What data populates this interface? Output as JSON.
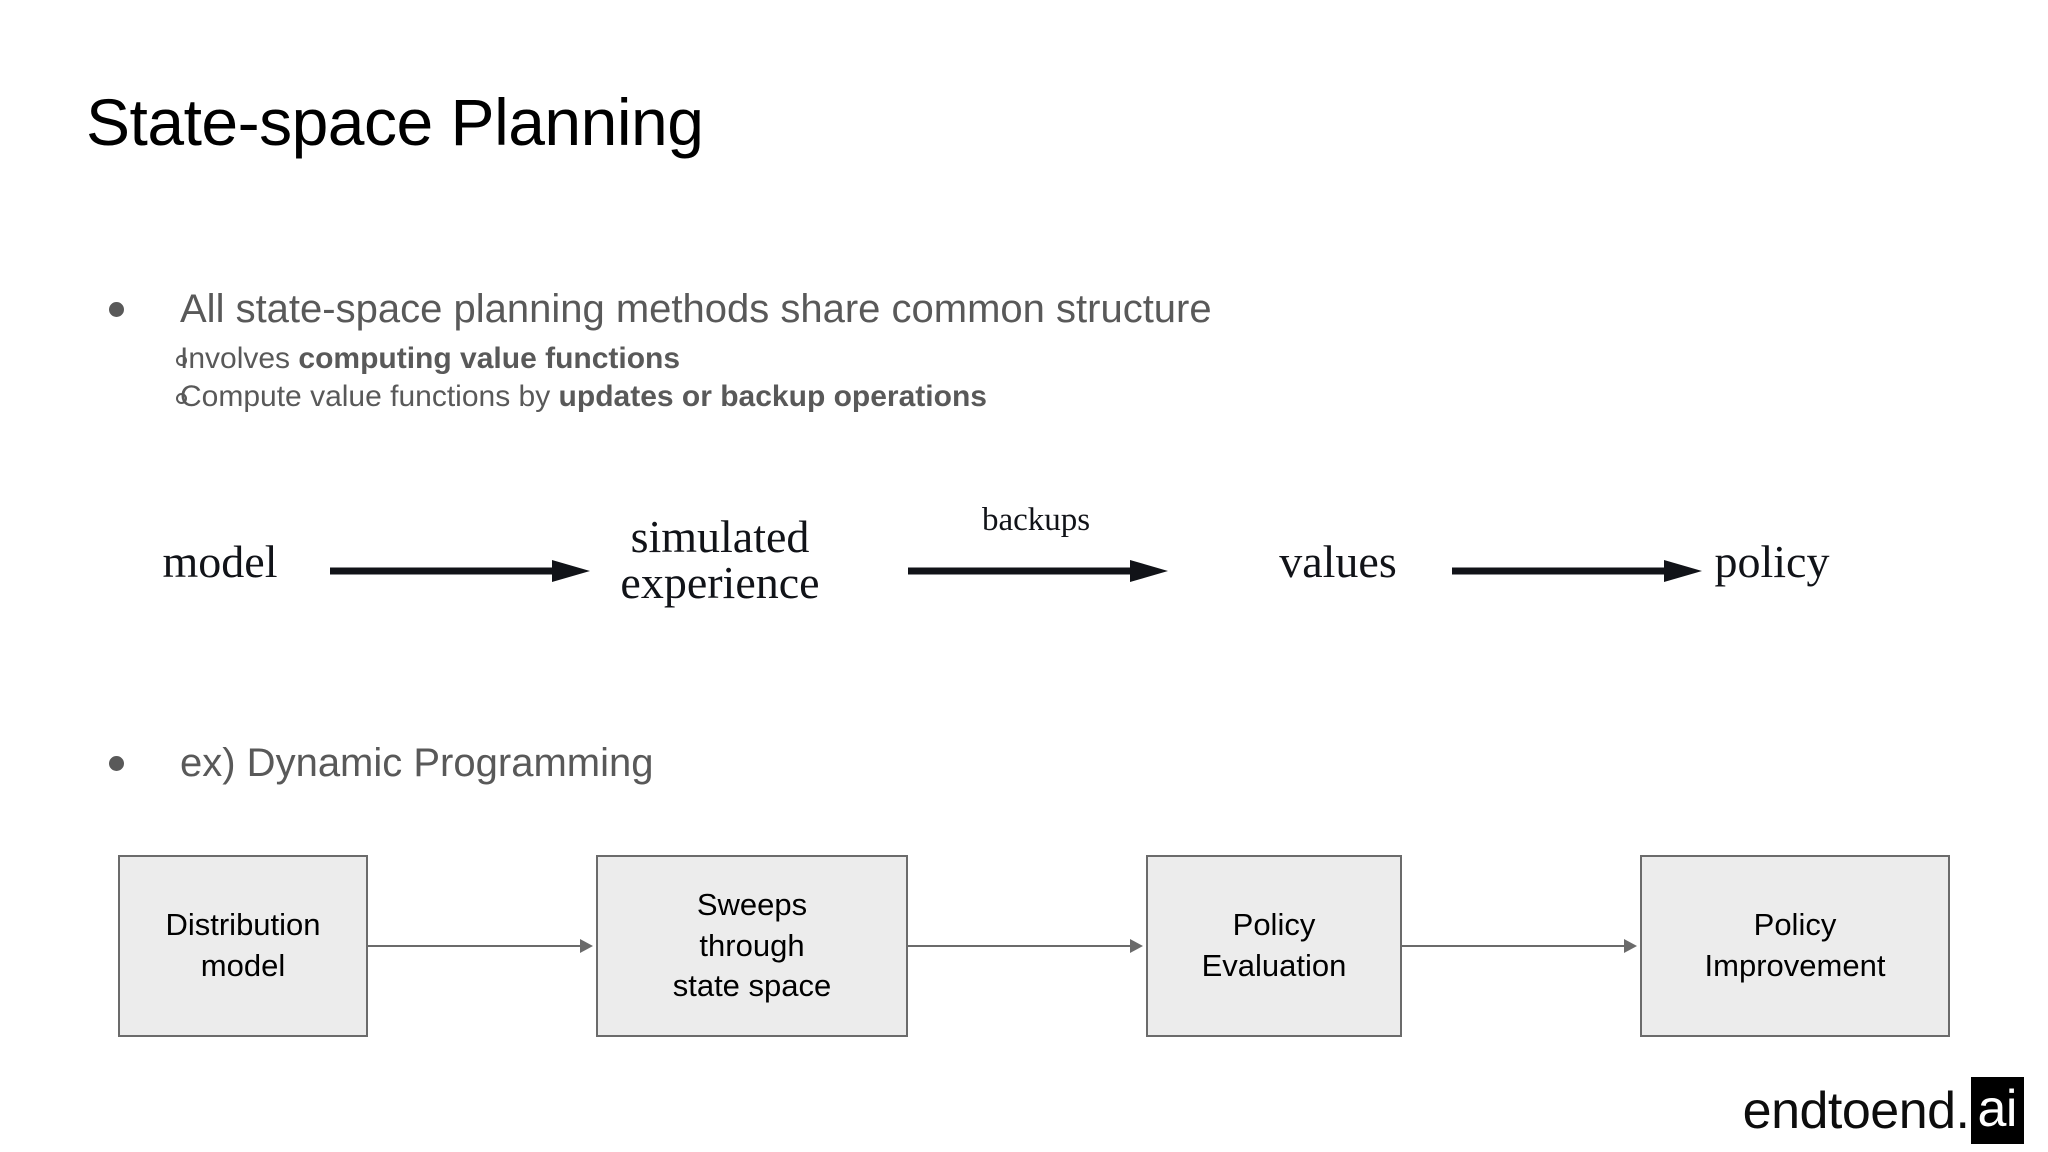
{
  "slide": {
    "title": "State-space Planning",
    "background_color": "#FFFFFF",
    "text_color_body": "#595959",
    "text_color_title": "#000000"
  },
  "bullets_top": [
    {
      "level": 1,
      "marker": "disc",
      "text": "All state-space planning methods share common structure"
    },
    {
      "level": 2,
      "marker": "circle",
      "text_plain": "Involves ",
      "text_bold": "computing value functions"
    },
    {
      "level": 2,
      "marker": "circle",
      "text_plain": "Compute value functions by ",
      "text_bold": "updates or backup operations"
    }
  ],
  "bullets_bottom": [
    {
      "level": 1,
      "marker": "disc",
      "text": "ex) Dynamic Programming"
    }
  ],
  "serif_diagram": {
    "nodes": [
      {
        "id": "model",
        "label": "model"
      },
      {
        "id": "simulated-experience",
        "label_line1": "simulated",
        "label_line2": "experience"
      },
      {
        "id": "values",
        "label": "values"
      },
      {
        "id": "policy",
        "label": "policy"
      }
    ],
    "arrows": [
      {
        "from": "model",
        "to": "simulated-experience",
        "label": ""
      },
      {
        "from": "simulated-experience",
        "to": "values",
        "label": "backups"
      },
      {
        "from": "values",
        "to": "policy",
        "label": ""
      }
    ],
    "arrow_color": "#111318"
  },
  "flowchart": {
    "box_fill": "#ECECEC",
    "box_border": "#6B6B6B",
    "connector_color": "#6B6B6B",
    "boxes": [
      {
        "id": "distribution-model",
        "line1": "Distribution",
        "line2": "model",
        "line3": ""
      },
      {
        "id": "sweeps-through-state-space",
        "line1": "Sweeps",
        "line2": "through",
        "line3": "state space"
      },
      {
        "id": "policy-evaluation",
        "line1": "Policy",
        "line2": "Evaluation",
        "line3": ""
      },
      {
        "id": "policy-improvement",
        "line1": "Policy",
        "line2": "Improvement",
        "line3": ""
      }
    ]
  },
  "logo": {
    "word": "endtoend.",
    "badge": "ai",
    "badge_bg": "#000000",
    "badge_fg": "#FFFFFF"
  }
}
